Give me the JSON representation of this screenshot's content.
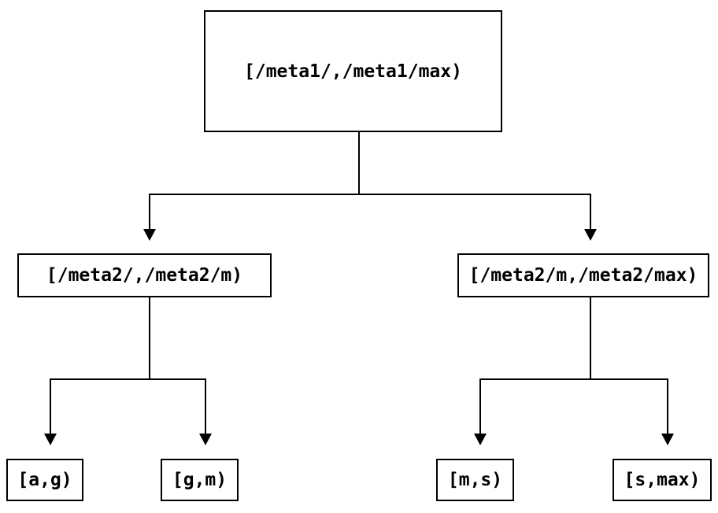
{
  "diagram": {
    "type": "tree",
    "background_color": "#ffffff",
    "line_color": "#000000",
    "text_color": "#000000",
    "arrowhead_icon": "triangle-down"
  },
  "tree": {
    "root": {
      "label": "[/meta1/,/meta1/max)",
      "children": [
        {
          "label": "[/meta2/,/meta2/m)",
          "children": [
            {
              "label": "[a,g)"
            },
            {
              "label": "[g,m)"
            }
          ]
        },
        {
          "label": "[/meta2/m,/meta2/max)",
          "children": [
            {
              "label": "[m,s)"
            },
            {
              "label": "[s,max)"
            }
          ]
        }
      ]
    }
  }
}
